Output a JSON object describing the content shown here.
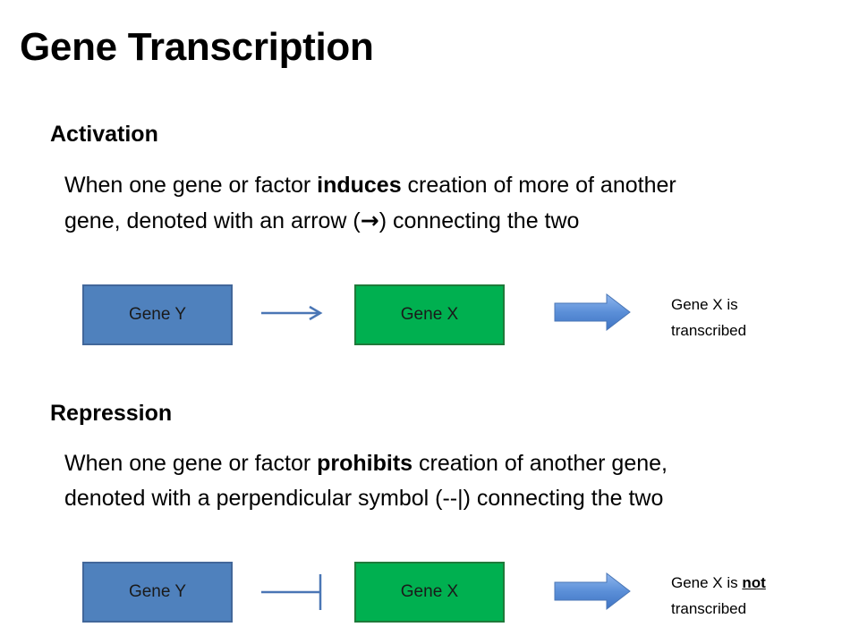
{
  "title": "Gene Transcription",
  "activation": {
    "heading": "Activation",
    "text_before": "When one gene or factor ",
    "bold": "induces",
    "text_middle": " creation of more  of another gene, denoted with an arrow (",
    "symbol": "→",
    "text_after": ") connecting the two",
    "diagram": {
      "source_label": "Gene Y",
      "target_label": "Gene X",
      "result_line1": "Gene X is",
      "result_line2": "transcribed"
    }
  },
  "repression": {
    "heading": "Repression",
    "text_before": "When one gene or factor ",
    "bold": "prohibits",
    "text_after": " creation of another gene, denoted with a perpendicular symbol (--|) connecting the two",
    "diagram": {
      "source_label": "Gene Y",
      "target_label": "Gene X",
      "result_prefix": "Gene X is ",
      "result_emphasis": "not",
      "result_line2": "transcribed"
    }
  },
  "colors": {
    "gene_y": "#4f81bd",
    "gene_x": "#00b050",
    "connector": "#4a76b5",
    "block_arrow": "#5b8fd8"
  }
}
